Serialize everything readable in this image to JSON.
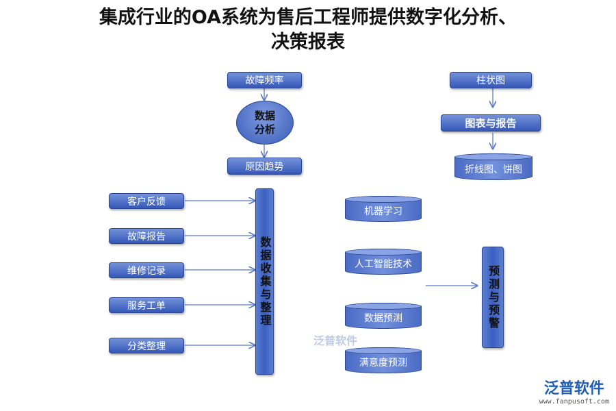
{
  "title_line1": "集成行业的OA系统为售后工程师提供数字化分析、",
  "title_line2": "决策报表",
  "analysis": {
    "fault_freq": "故障频率",
    "data_analysis": "数据\n分析",
    "cause_trend": "原因趋势"
  },
  "charts": {
    "bar_chart": "柱状图",
    "chart_report": "图表与报告",
    "line_pie": "折线图、饼图"
  },
  "inputs": [
    "客户反馈",
    "故障报告",
    "维修记录",
    "服务工单",
    "分类整理"
  ],
  "collect": "数据收集与整理",
  "tech": [
    "机器学习",
    "人工智能技术",
    "数据预测",
    "满意度预测"
  ],
  "forecast": "预测与预警",
  "watermark": {
    "brand": "泛普软件",
    "url": "www.fanpusoft.com"
  },
  "colors": {
    "box_fill": "#4a6bc4",
    "border": "#2a4591"
  }
}
